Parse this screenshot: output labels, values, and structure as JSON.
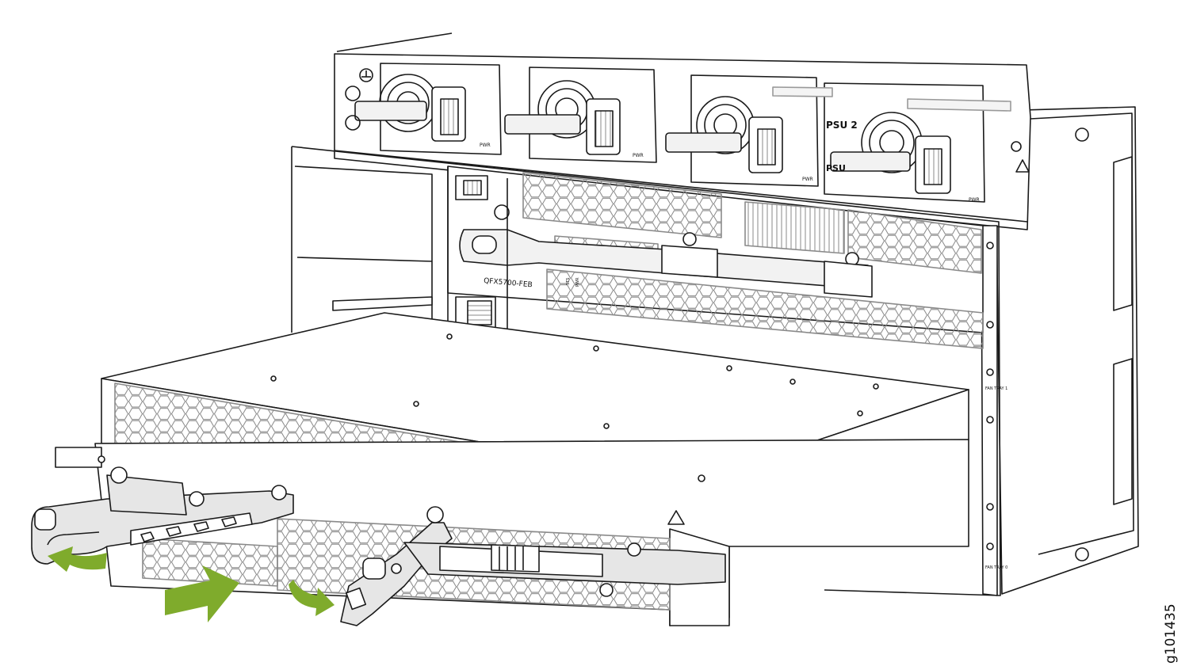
{
  "labels": {
    "psu2": "PSU 2",
    "psu_partial": "PSU",
    "pwr": "PWR",
    "feb_module": "QFX5700-FEB",
    "led_sts": "STS",
    "led_pwr": "PWR",
    "fan_tray_1": "FAN TRAY 1",
    "fan_tray_0": "FAN TRAY 0"
  },
  "figure_id": "g101435",
  "colors": {
    "line": "#1a1a1a",
    "body_fill": "#ffffff",
    "handle_fill": "#e6e6e6",
    "arrow_green": "#7fab2c",
    "vent": "#9a9a9a"
  },
  "icons": [
    "ground-icon",
    "esd-warning-icon",
    "hot-surface-warning-icon",
    "fan-grille-icon",
    "insert-arrow-icon",
    "rotate-arrow-icon"
  ]
}
